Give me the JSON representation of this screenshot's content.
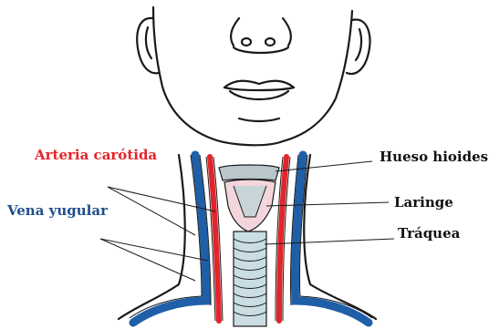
{
  "labels": {
    "carotid_artery": "Arteria carótida",
    "jugular_vein": "Vena yugular",
    "hyoid_bone": "Hueso hioides",
    "larynx": "Laringe",
    "trachea": "Tráquea"
  },
  "colors": {
    "artery": "#e3242b",
    "vein": "#1f5fa8",
    "jugular_label": "#1f4e8c",
    "hyoid": "#b9c6cc",
    "larynx": "#f3d6dc",
    "trachea": "#c9dde2",
    "outline": "#1a1a1a"
  }
}
